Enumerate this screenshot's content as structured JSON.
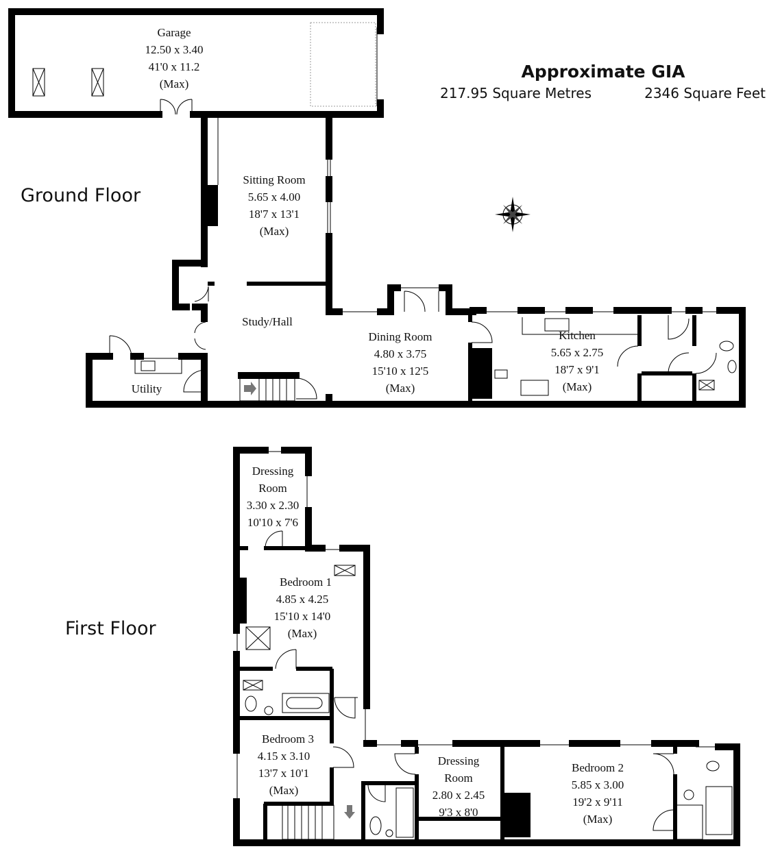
{
  "summary": {
    "title": "Approximate GIA",
    "square_metres": "217.95 Square Metres",
    "square_feet": "2346 Square Feet"
  },
  "floors": {
    "ground": "Ground Floor",
    "first": "First Floor"
  },
  "ground_rooms": {
    "garage": {
      "name": "Garage",
      "metric": "12.50 x 3.40",
      "imperial": "41'0 x 11.2",
      "note": "(Max)"
    },
    "sitting": {
      "name": "Sitting Room",
      "metric": "5.65 x 4.00",
      "imperial": "18'7 x 13'1",
      "note": "(Max)"
    },
    "study": {
      "name": "Study/Hall"
    },
    "utility": {
      "name": "Utility"
    },
    "dining": {
      "name": "Dining Room",
      "metric": "4.80 x 3.75",
      "imperial": "15'10 x 12'5",
      "note": "(Max)"
    },
    "kitchen": {
      "name": "Kitchen",
      "metric": "5.65 x 2.75",
      "imperial": "18'7 x 9'1",
      "note": "(Max)"
    }
  },
  "first_rooms": {
    "dressing1": {
      "name1": "Dressing",
      "name2": "Room",
      "metric": "3.30 x 2.30",
      "imperial": "10'10 x 7'6"
    },
    "bedroom1": {
      "name": "Bedroom 1",
      "metric": "4.85 x 4.25",
      "imperial": "15'10 x 14'0",
      "note": "(Max)"
    },
    "bedroom3": {
      "name": "Bedroom 3",
      "metric": "4.15 x 3.10",
      "imperial": "13'7 x 10'1",
      "note": "(Max)"
    },
    "dressing2": {
      "name1": "Dressing",
      "name2": "Room",
      "metric": "2.80 x 2.45",
      "imperial": "9'3 x 8'0"
    },
    "bedroom2": {
      "name": "Bedroom 2",
      "metric": "5.85 x 3.00",
      "imperial": "19'2 x 9'11",
      "note": "(Max)"
    }
  }
}
